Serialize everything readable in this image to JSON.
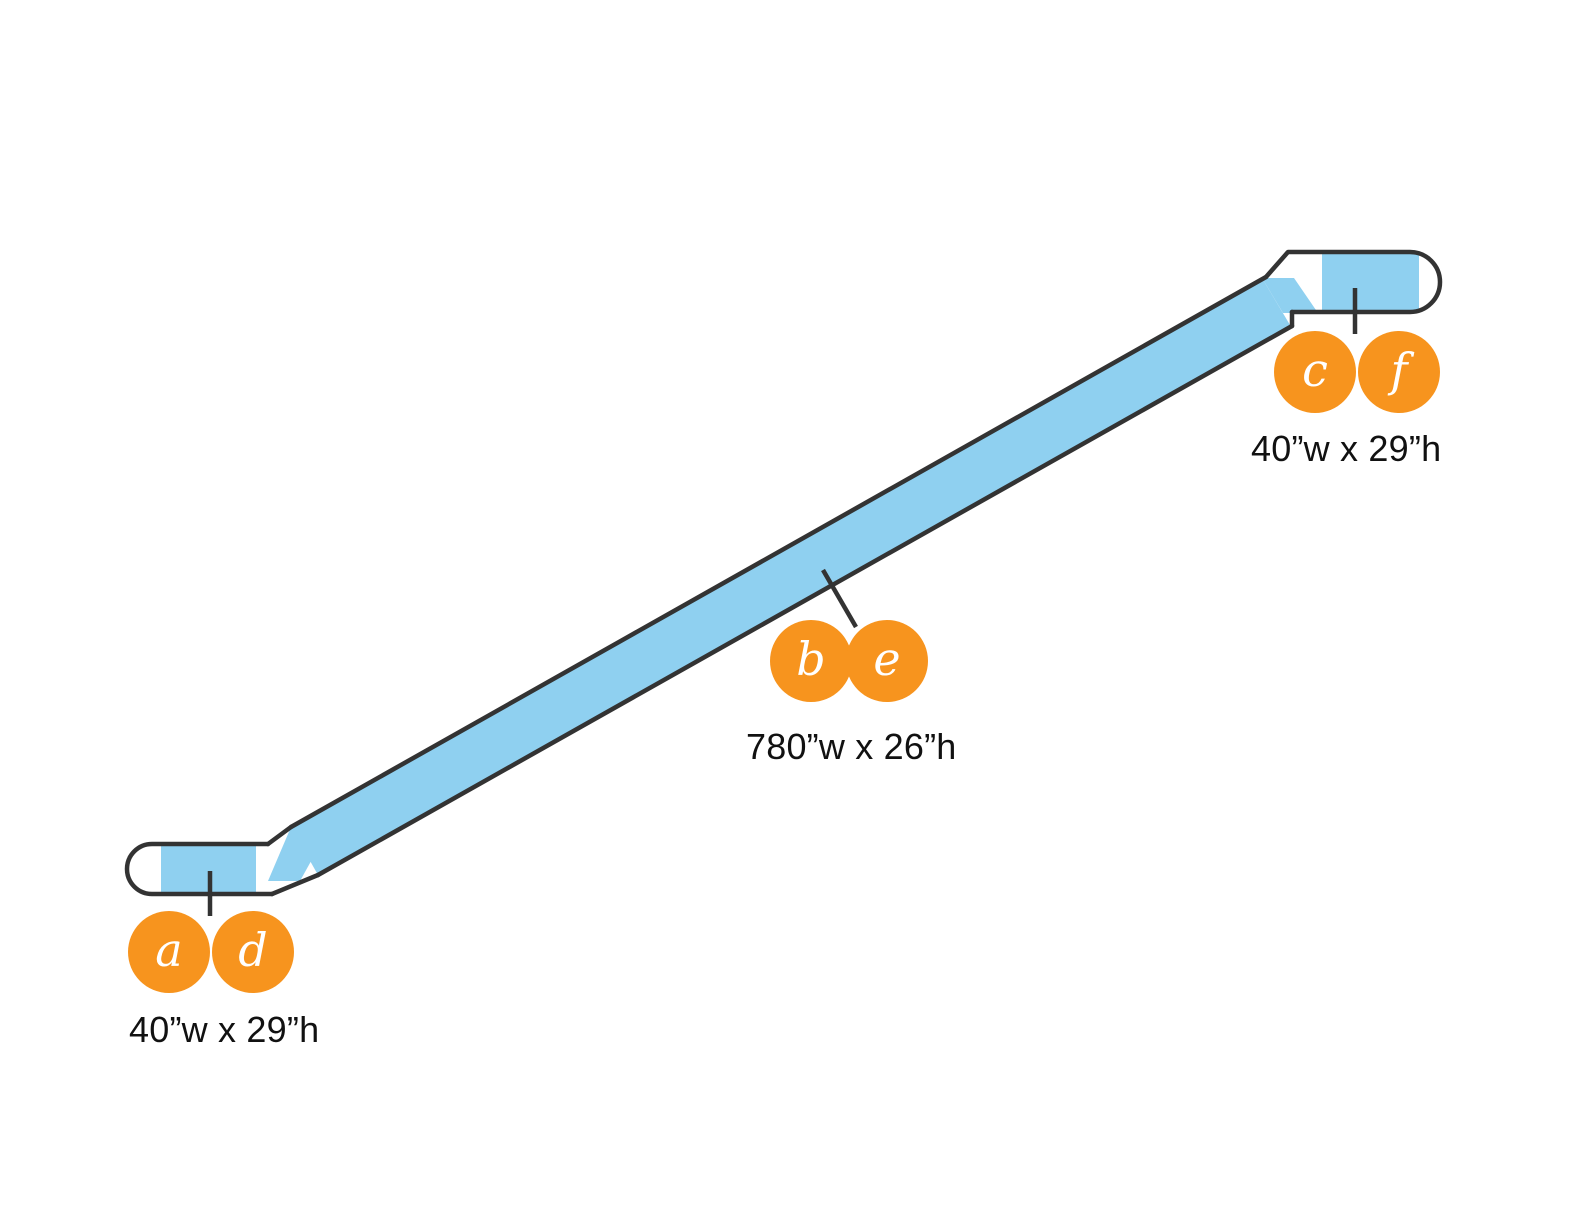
{
  "diagram": {
    "title": "Conveyor belt / ramp elevation schematic",
    "colors": {
      "belt_fill": "#8FD0F0",
      "outline": "#333333",
      "badge_fill": "#F7941E",
      "badge_text": "#FFFFFF",
      "label_text": "#111111",
      "background": "#FFFFFF"
    },
    "segments": [
      {
        "id": "left-end",
        "badges": [
          "a",
          "d"
        ],
        "dimension": "40”w x 29”h"
      },
      {
        "id": "incline-span",
        "badges": [
          "b",
          "e"
        ],
        "dimension": "780”w x 26”h"
      },
      {
        "id": "right-end",
        "badges": [
          "c",
          "f"
        ],
        "dimension": "40”w x 29”h"
      }
    ],
    "labels": {
      "left_dimension": "40”w x 29”h",
      "center_dimension": "780”w x 26”h",
      "right_dimension": "40”w x 29”h",
      "badge_a": "a",
      "badge_b": "b",
      "badge_c": "c",
      "badge_d": "d",
      "badge_e": "e",
      "badge_f": "f"
    }
  }
}
